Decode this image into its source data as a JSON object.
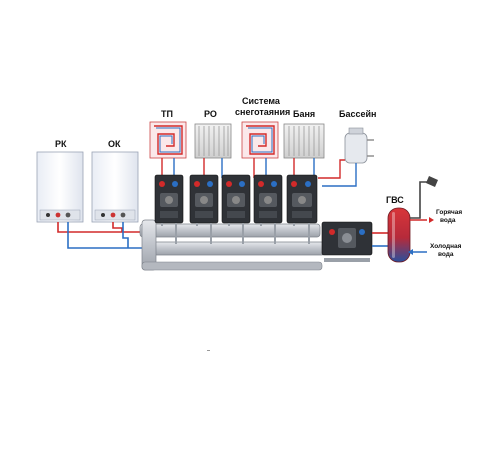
{
  "labels": {
    "rk": "РК",
    "ok": "ОК",
    "tp": "ТП",
    "ro": "РО",
    "snow_line1": "Система",
    "snow_line2": "снеготаяния",
    "banya": "Баня",
    "pool": "Бассейн",
    "gvs": "ГВС",
    "hot_water_line1": "Горячая",
    "hot_water_line2": "вода",
    "cold_water_line1": "Холодная",
    "cold_water_line2": "вода"
  },
  "colors": {
    "hot_pipe": "#d22a2a",
    "cold_pipe": "#2b6fc4",
    "boiler_body": "#f4f6fb",
    "module_dark": "#2f3237",
    "manifold": "#c9ccd2",
    "tank_red": "#c8282c",
    "tank_blue": "#2b4f9c"
  },
  "icons": [
    "boiler-icon",
    "floor-heating-coil-icon",
    "radiator-icon",
    "pump-module-icon",
    "manifold-icon",
    "pool-heat-exchanger-icon",
    "hot-water-tank-icon",
    "shower-head-icon",
    "arrow-icon"
  ]
}
